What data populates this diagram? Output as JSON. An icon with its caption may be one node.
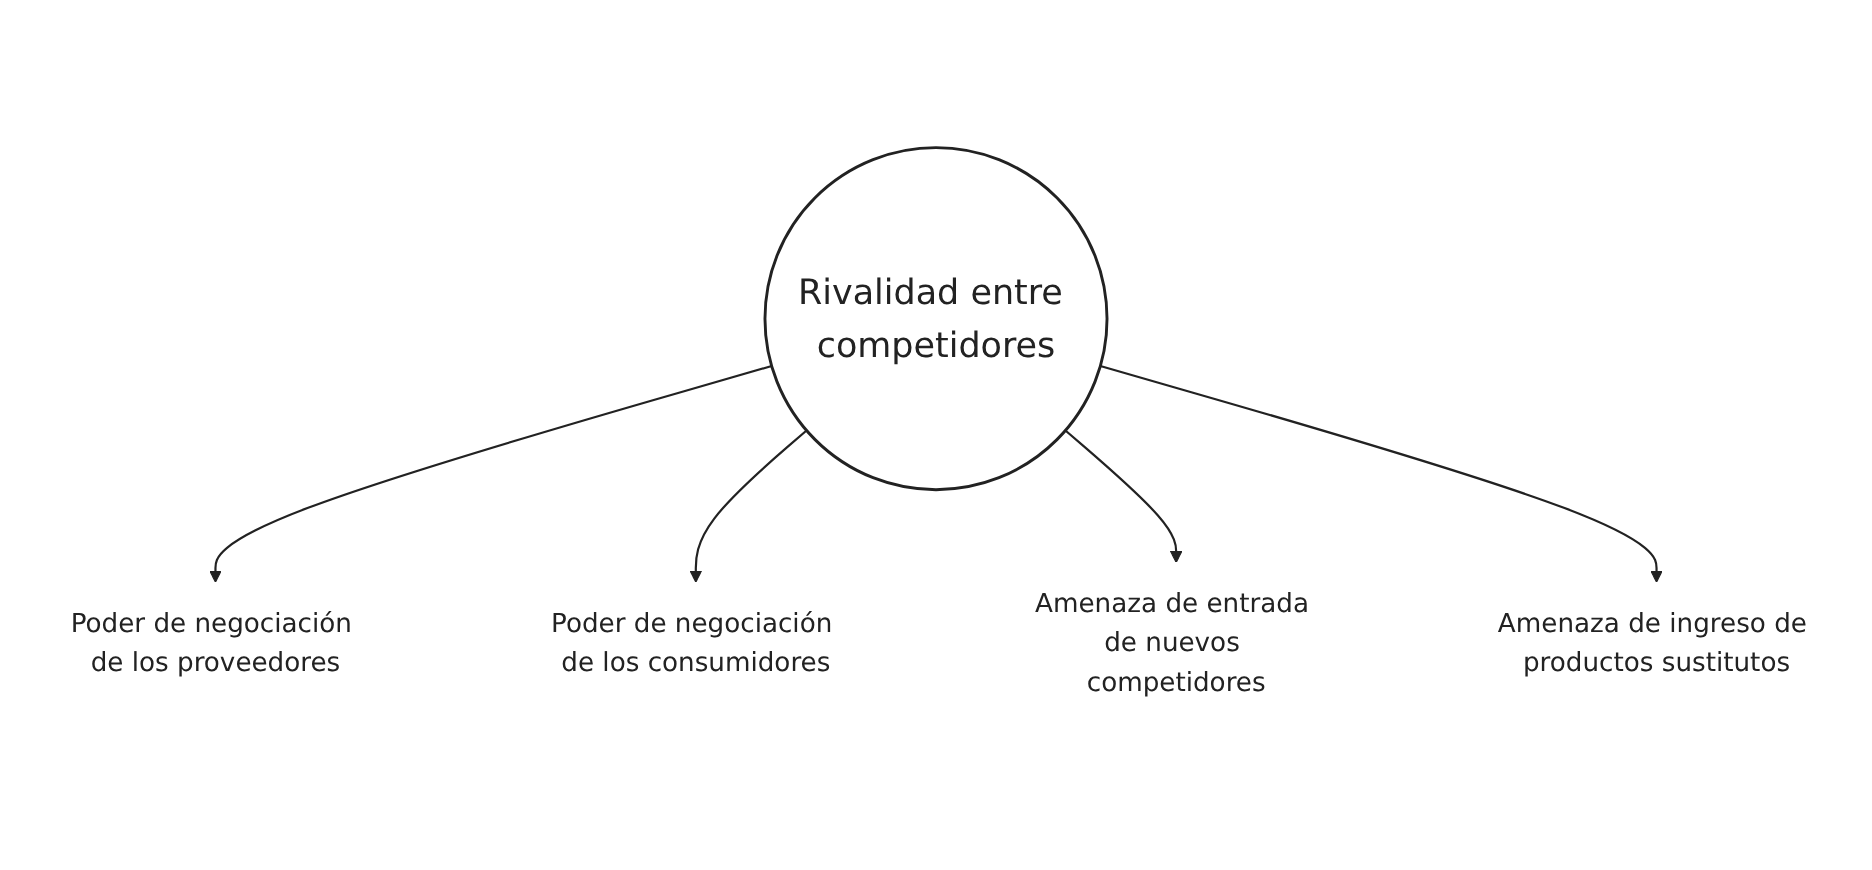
{
  "diagram": {
    "nodes": [
      {
        "text": [
          "Poder de negociación de los proveedores"
        ]
      },
      {
        "text": [
          "Poder de negociación de los consumidores"
        ]
      },
      {
        "text": [
          "Rivalidad entre competidores"
        ]
      },
      {
        "text": [
          "Amenaza de entrada de nuevos competidores"
        ]
      },
      {
        "text": [
          "Amenaza de ingreso de productos sustitutos"
        ]
      }
    ],
    "edges": [
      {
        "from": 2,
        "to": 0,
        "arrow": "to"
      },
      {
        "from": 2,
        "to": 1,
        "arrow": "to"
      },
      {
        "from": 2,
        "to": 3,
        "arrow": "to"
      },
      {
        "from": 2,
        "to": 4,
        "arrow": "to"
      }
    ]
  }
}
